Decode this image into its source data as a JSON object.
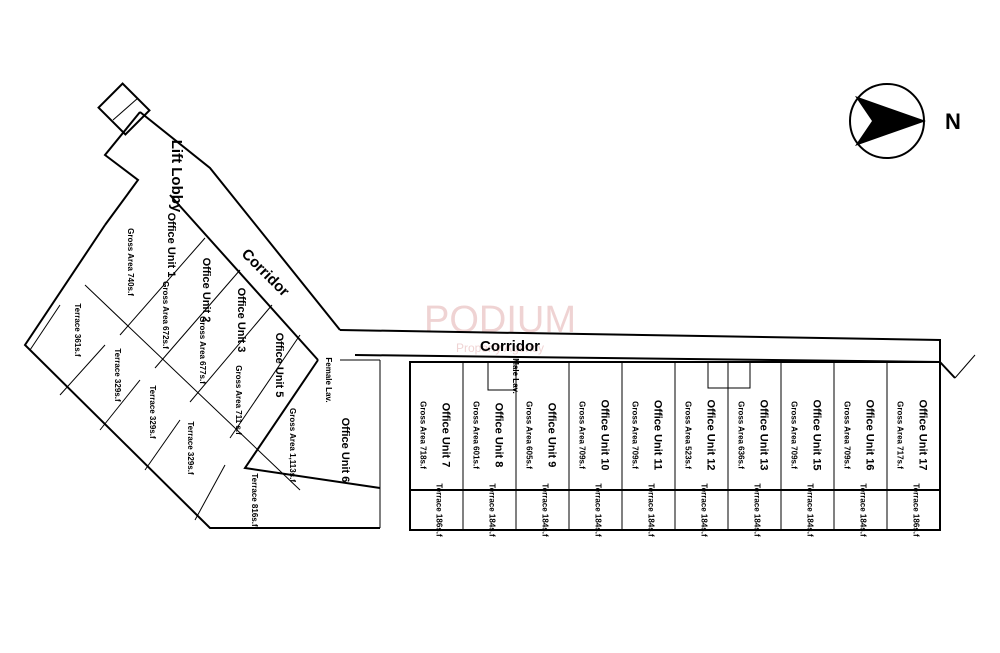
{
  "watermark": {
    "brand": "PODIUM",
    "sub": "Property Agency"
  },
  "compass": {
    "label": "N"
  },
  "labels": {
    "lift_lobby": "Lift Lobby",
    "corridor_diag": "Corridor",
    "corridor_main": "Corridor",
    "female_lav": "Female Lav.",
    "male_lav": "Male Lav."
  },
  "wing_units": [
    {
      "name": "Office Unit 1",
      "area": "Gross Area 740s.f"
    },
    {
      "name": "Office Unit 2",
      "area": "Gross Area 672s.f"
    },
    {
      "name": "Office Unit 3",
      "area": "Gross Area 677s.f"
    },
    {
      "name": "Office Unit 5",
      "area": "Gross Area 711 s.f"
    },
    {
      "name": "Office Unit 6",
      "area": "Gross Area 1,113s.f"
    }
  ],
  "wing_terraces": [
    "Terrace 361s.f",
    "Terrace 329s.f",
    "Terrace 329s.f",
    "Terrace 329s.f",
    "Terrace 816s.f"
  ],
  "row_units": [
    {
      "name": "Office Unit 7",
      "area": "Gross Area 718s.f",
      "terrace": "Terrace 186s.f"
    },
    {
      "name": "Office Unit 8",
      "area": "Gross Area 601s.f",
      "terrace": "Terrace 184s.f"
    },
    {
      "name": "Office Unit 9",
      "area": "Gross Area 605s.f",
      "terrace": "Terrace 184s.f"
    },
    {
      "name": "Office Unit 10",
      "area": "Gross Area 709s.f",
      "terrace": "Terrace 184s.f"
    },
    {
      "name": "Office Unit 11",
      "area": "Gross Area 709s.f",
      "terrace": "Terrace 184s.f"
    },
    {
      "name": "Office Unit 12",
      "area": "Gross Area 523s.f",
      "terrace": "Terrace 184s.f"
    },
    {
      "name": "Office Unit 13",
      "area": "Gross Area 636s.f",
      "terrace": "Terrace 184s.f"
    },
    {
      "name": "Office Unit 15",
      "area": "Gross Area 709s.f",
      "terrace": "Terrace 184s.f"
    },
    {
      "name": "Office Unit 16",
      "area": "Gross Area 709s.f",
      "terrace": "Terrace 184s.f"
    },
    {
      "name": "Office Unit 17",
      "area": "Gross Area 717s.f",
      "terrace": "Terrace 186s.f"
    }
  ]
}
